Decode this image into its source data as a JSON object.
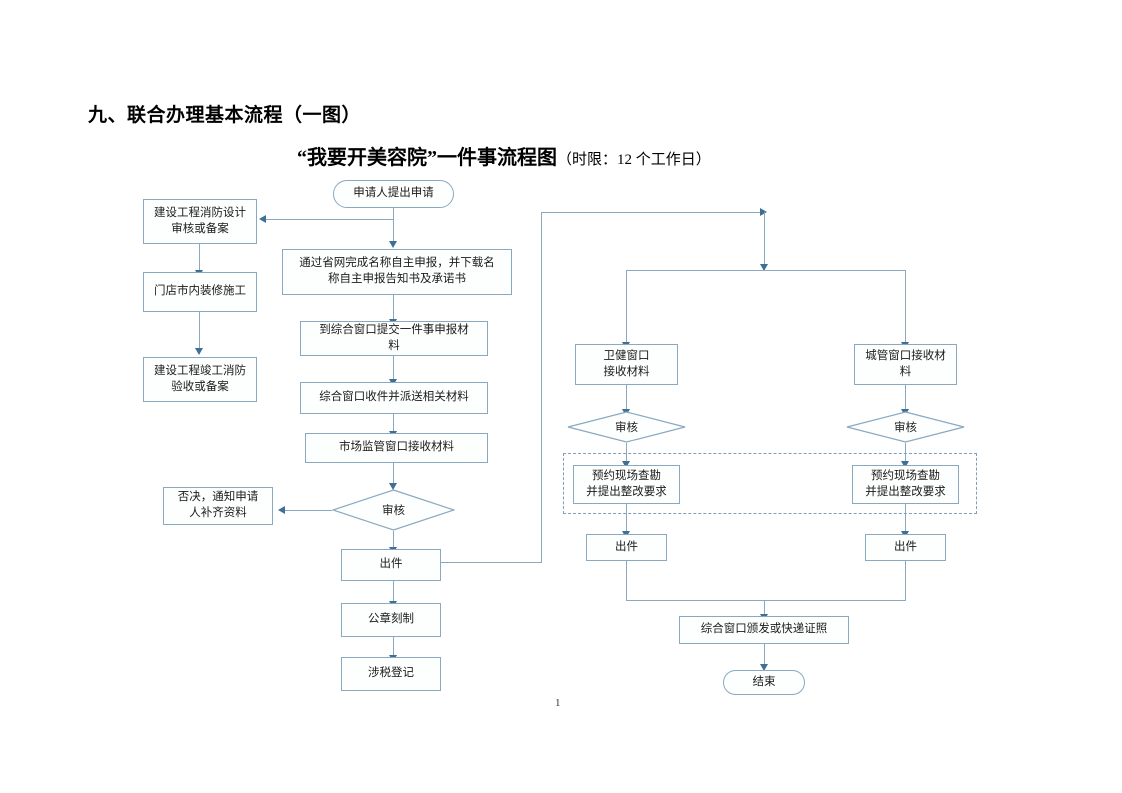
{
  "document": {
    "heading": "九、联合办理基本流程（一图）",
    "subtitle_main": "“我要开美容院”一件事流程图",
    "subtitle_suffix": "（时限：12 个工作日）",
    "page_number": "1"
  },
  "chart_data": {
    "type": "diagram",
    "title": "“我要开美容院”一件事流程图（时限：12 个工作日）",
    "nodes": [
      {
        "id": "start",
        "label": "申请人提出申请",
        "shape": "terminator"
      },
      {
        "id": "fire_design",
        "label": "建设工程消防设计\n审核或备案",
        "shape": "process"
      },
      {
        "id": "decoration",
        "label": "门店市内装修施工",
        "shape": "process"
      },
      {
        "id": "fire_accept",
        "label": "建设工程竣工消防\n验收或备案",
        "shape": "process"
      },
      {
        "id": "name_decl",
        "label": "通过省网完成名称自主申报，并下载名\n称自主申报告知书及承诺书",
        "shape": "process"
      },
      {
        "id": "submit",
        "label": "到综合窗口提交一件事申报材\n料",
        "shape": "process"
      },
      {
        "id": "receive_disp",
        "label": "综合窗口收件并派送相关材料",
        "shape": "process"
      },
      {
        "id": "market_recv",
        "label": "市场监管窗口接收材料",
        "shape": "process"
      },
      {
        "id": "review_mid",
        "label": "审核",
        "shape": "decision"
      },
      {
        "id": "reject",
        "label": "否决，通知申请\n人补齐资料",
        "shape": "process"
      },
      {
        "id": "out_mid",
        "label": "出件",
        "shape": "process"
      },
      {
        "id": "seal",
        "label": "公章刻制",
        "shape": "process"
      },
      {
        "id": "tax",
        "label": "涉税登记",
        "shape": "process"
      },
      {
        "id": "health_recv",
        "label": "卫健窗口\n接收材料",
        "shape": "process"
      },
      {
        "id": "review_left",
        "label": "审核",
        "shape": "decision"
      },
      {
        "id": "survey_left",
        "label": "预约现场查勘\n并提出整改要求",
        "shape": "process"
      },
      {
        "id": "out_left",
        "label": "出件",
        "shape": "process"
      },
      {
        "id": "urban_recv",
        "label": "城管窗口接收材\n料",
        "shape": "process"
      },
      {
        "id": "review_right",
        "label": "审核",
        "shape": "decision"
      },
      {
        "id": "survey_right",
        "label": "预约现场查勘\n并提出整改要求",
        "shape": "process"
      },
      {
        "id": "out_right",
        "label": "出件",
        "shape": "process"
      },
      {
        "id": "issue",
        "label": "综合窗口颁发或快递证照",
        "shape": "process"
      },
      {
        "id": "end",
        "label": "结束",
        "shape": "terminator"
      }
    ],
    "edges": [
      {
        "from": "start",
        "to": "fire_design",
        "label": ""
      },
      {
        "from": "start",
        "to": "name_decl",
        "label": ""
      },
      {
        "from": "fire_design",
        "to": "decoration",
        "label": ""
      },
      {
        "from": "decoration",
        "to": "fire_accept",
        "label": ""
      },
      {
        "from": "name_decl",
        "to": "submit",
        "label": ""
      },
      {
        "from": "submit",
        "to": "receive_disp",
        "label": ""
      },
      {
        "from": "receive_disp",
        "to": "market_recv",
        "label": ""
      },
      {
        "from": "market_recv",
        "to": "review_mid",
        "label": ""
      },
      {
        "from": "review_mid",
        "to": "reject",
        "label": ""
      },
      {
        "from": "review_mid",
        "to": "out_mid",
        "label": ""
      },
      {
        "from": "out_mid",
        "to": "seal",
        "label": ""
      },
      {
        "from": "seal",
        "to": "tax",
        "label": ""
      },
      {
        "from": "out_mid",
        "to": "health_recv",
        "label": ""
      },
      {
        "from": "out_mid",
        "to": "urban_recv",
        "label": ""
      },
      {
        "from": "health_recv",
        "to": "review_left",
        "label": ""
      },
      {
        "from": "review_left",
        "to": "survey_left",
        "label": ""
      },
      {
        "from": "survey_left",
        "to": "out_left",
        "label": ""
      },
      {
        "from": "urban_recv",
        "to": "review_right",
        "label": ""
      },
      {
        "from": "review_right",
        "to": "survey_right",
        "label": ""
      },
      {
        "from": "survey_right",
        "to": "out_right",
        "label": ""
      },
      {
        "from": "out_left",
        "to": "issue",
        "label": ""
      },
      {
        "from": "out_right",
        "to": "issue",
        "label": ""
      },
      {
        "from": "issue",
        "to": "end",
        "label": ""
      }
    ],
    "groups": [
      {
        "id": "onsite-survey-group",
        "label": "",
        "style": "dashed",
        "members": [
          "survey_left",
          "survey_right"
        ]
      }
    ],
    "colors": {
      "node_border": "#8aa9c0",
      "node_fill": "#fdfefe",
      "connector": "#8aa9c0",
      "arrow": "#3f6f93",
      "group_border": "#7d9fba",
      "text": "#1b1b1b"
    }
  }
}
